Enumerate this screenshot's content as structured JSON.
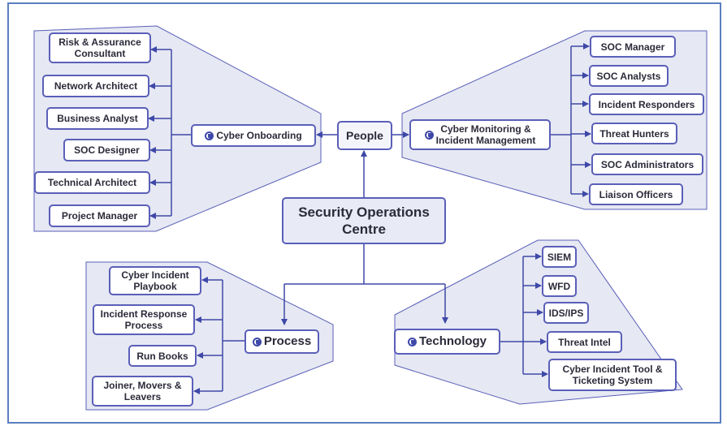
{
  "diagram": {
    "central": "Security Operations\nCentre",
    "main_people": "People",
    "hub_onboarding": "Cyber Onboarding",
    "hub_monitoring": "Cyber Monitoring  &\nIncident Management",
    "hub_process": "Process",
    "hub_technology": "Technology",
    "onboarding_items": [
      "Risk & Assurance\nConsultant",
      "Network Architect",
      "Business Analyst",
      "SOC Designer",
      "Technical Architect",
      "Project Manager"
    ],
    "monitoring_items": [
      "SOC Manager",
      "SOC Analysts",
      "Incident Responders",
      "Threat Hunters",
      "SOC Administrators",
      "Liaison Officers"
    ],
    "process_items": [
      "Cyber Incident\nPlaybook",
      "Incident Response\nProcess",
      "Run Books",
      "Joiner, Movers &\nLeavers"
    ],
    "technology_items": [
      "SIEM",
      "WFD",
      "IDS/IPS",
      "Threat Intel",
      "Cyber Incident Tool &\nTicketing System"
    ],
    "colors": {
      "node_border": "#5a5fb8",
      "connector": "#3e48a8",
      "cluster_fill": "#e6e8f3",
      "cluster_edge": "#5a5fb8",
      "frame": "#5b7fc0"
    }
  }
}
